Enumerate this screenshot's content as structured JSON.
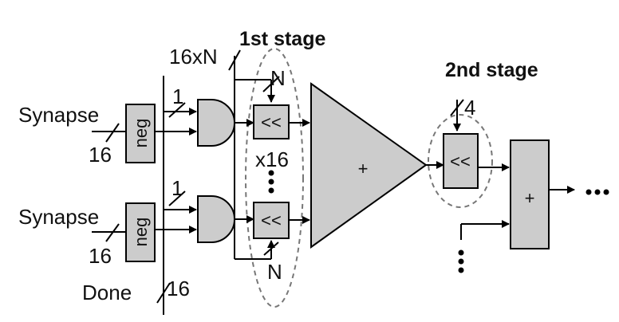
{
  "labels": {
    "synapse_top": "Synapse",
    "synapse_bottom": "Synapse",
    "width_16_top": "16",
    "width_16_bottom": "16",
    "width_1_top": "1",
    "width_1_bottom": "1",
    "bus_16xN": "16xN",
    "n_top": "N",
    "n_bottom": "N",
    "x16": "x16",
    "done": "Done",
    "done_width": "16",
    "stage1": "1st stage",
    "stage2": "2nd stage",
    "width_4": "4"
  },
  "blocks": {
    "neg": "neg",
    "shift": "<<",
    "adder": "+"
  },
  "colors": {
    "block_fill": "#cccccc",
    "stage_outline": "#777777",
    "wire": "#000000"
  }
}
